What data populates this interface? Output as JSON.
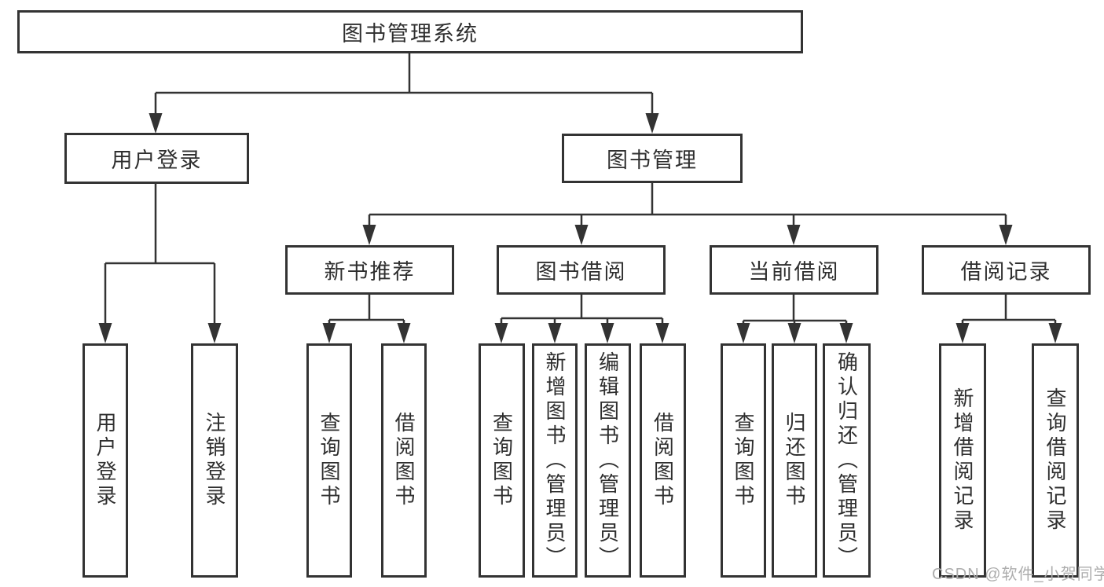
{
  "diagram": {
    "root": {
      "label": "图书管理系统"
    },
    "branches": [
      {
        "label": "用户登录"
      },
      {
        "label": "图书管理"
      }
    ],
    "modules": [
      {
        "label": "新书推荐"
      },
      {
        "label": "图书借阅"
      },
      {
        "label": "当前借阅"
      },
      {
        "label": "借阅记录"
      }
    ],
    "leaves": {
      "login": [
        "用户登录",
        "注销登录"
      ],
      "recommend": [
        "查询图书",
        "借阅图书"
      ],
      "borrow": [
        "查询图书",
        "新增图书（管理员）",
        "编辑图书（管理员）",
        "借阅图书"
      ],
      "current": [
        "查询图书",
        "归还图书",
        "确认归还（管理员）"
      ],
      "records": [
        "新增借阅记录",
        "查询借阅记录"
      ]
    }
  },
  "watermark": "CSDN @软件_小贺同学"
}
